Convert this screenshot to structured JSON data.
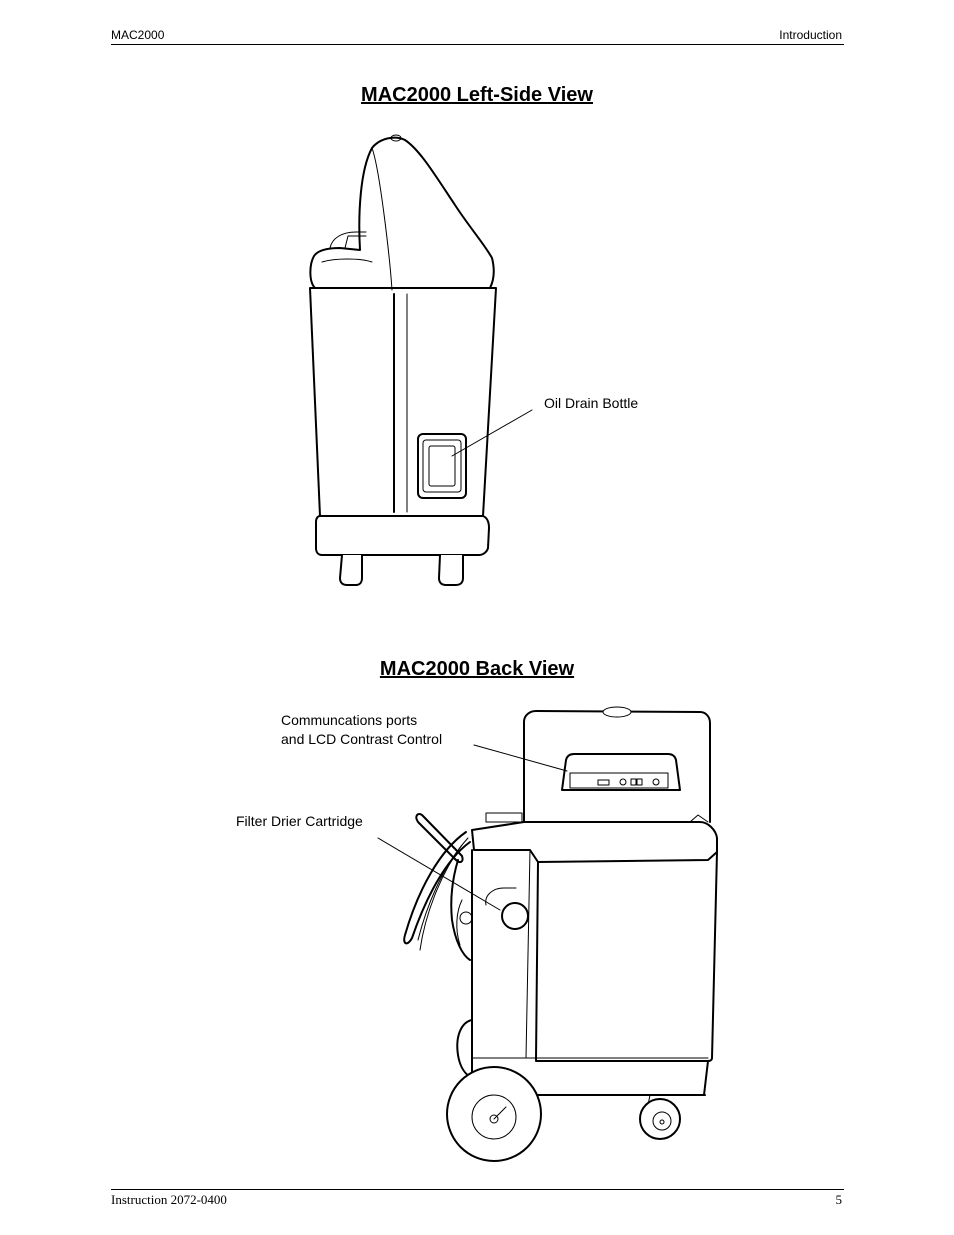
{
  "header": {
    "left": "MAC2000",
    "right": "Introduction"
  },
  "sections": {
    "left_view": {
      "title": "MAC2000 Left-Side View",
      "callouts": [
        "Oil Drain Bottle"
      ]
    },
    "back_view": {
      "title": "MAC2000 Back View",
      "callouts": [
        "Communcations ports",
        "and LCD Contrast Control",
        "Filter Drier Cartridge"
      ]
    }
  },
  "footer": {
    "left": "Instruction 2072-0400",
    "right": "5"
  }
}
